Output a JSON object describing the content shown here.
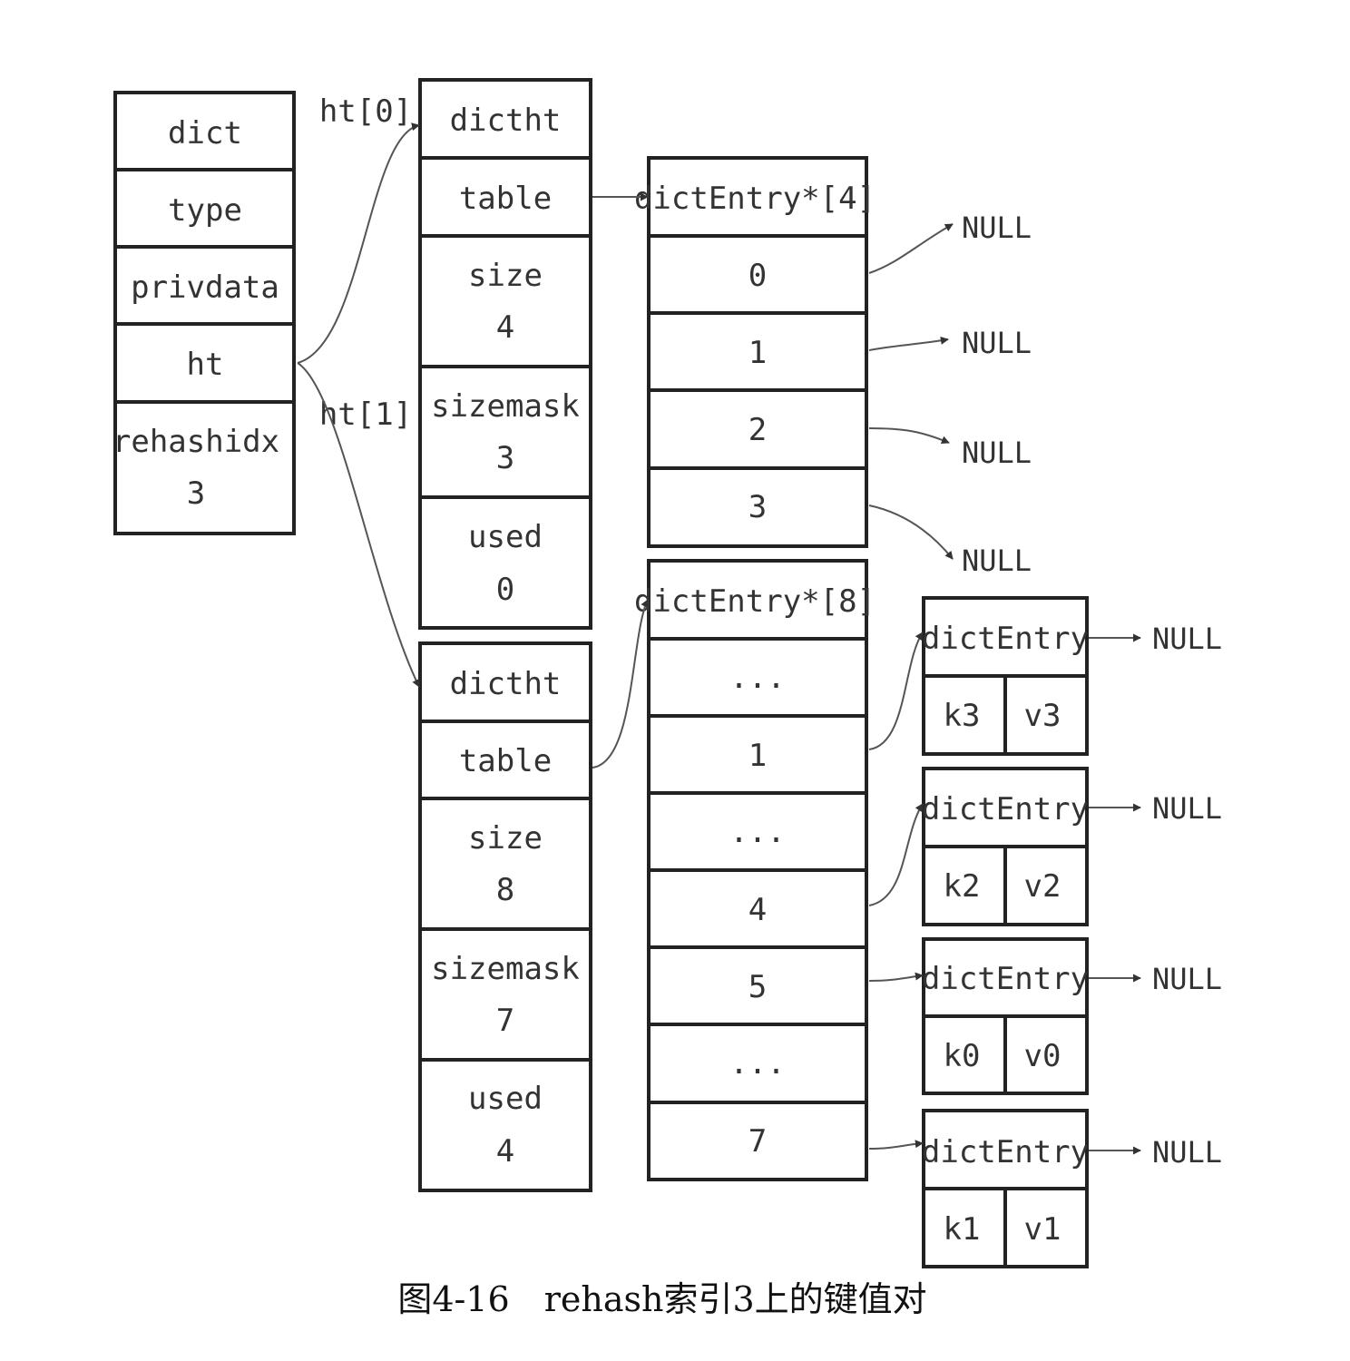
{
  "dict": {
    "title": "dict",
    "type": "type",
    "privdata": "privdata",
    "ht": "ht",
    "rehashidx_label": "rehashidx",
    "rehashidx_value": "3"
  },
  "ht_labels": {
    "ht0": "ht[0]",
    "ht1": "ht[1]"
  },
  "ht0": {
    "title": "dictht",
    "table": "table",
    "size_label": "size",
    "size_value": "4",
    "sizemask_label": "sizemask",
    "sizemask_value": "3",
    "used_label": "used",
    "used_value": "0"
  },
  "ht1": {
    "title": "dictht",
    "table": "table",
    "size_label": "size",
    "size_value": "8",
    "sizemask_label": "sizemask",
    "sizemask_value": "7",
    "used_label": "used",
    "used_value": "4"
  },
  "array4": {
    "title": "dictEntry*[4]",
    "slots": [
      "0",
      "1",
      "2",
      "3"
    ]
  },
  "array8": {
    "title": "dictEntry*[8]",
    "slots": [
      "...",
      "1",
      "...",
      "4",
      "5",
      "...",
      "7"
    ]
  },
  "null_label": "NULL",
  "entries": [
    {
      "title": "dictEntry",
      "key": "k3",
      "value": "v3"
    },
    {
      "title": "dictEntry",
      "key": "k2",
      "value": "v2"
    },
    {
      "title": "dictEntry",
      "key": "k0",
      "value": "v0"
    },
    {
      "title": "dictEntry",
      "key": "k1",
      "value": "v1"
    }
  ],
  "caption": "图4-16　rehash索引3上的键值对"
}
